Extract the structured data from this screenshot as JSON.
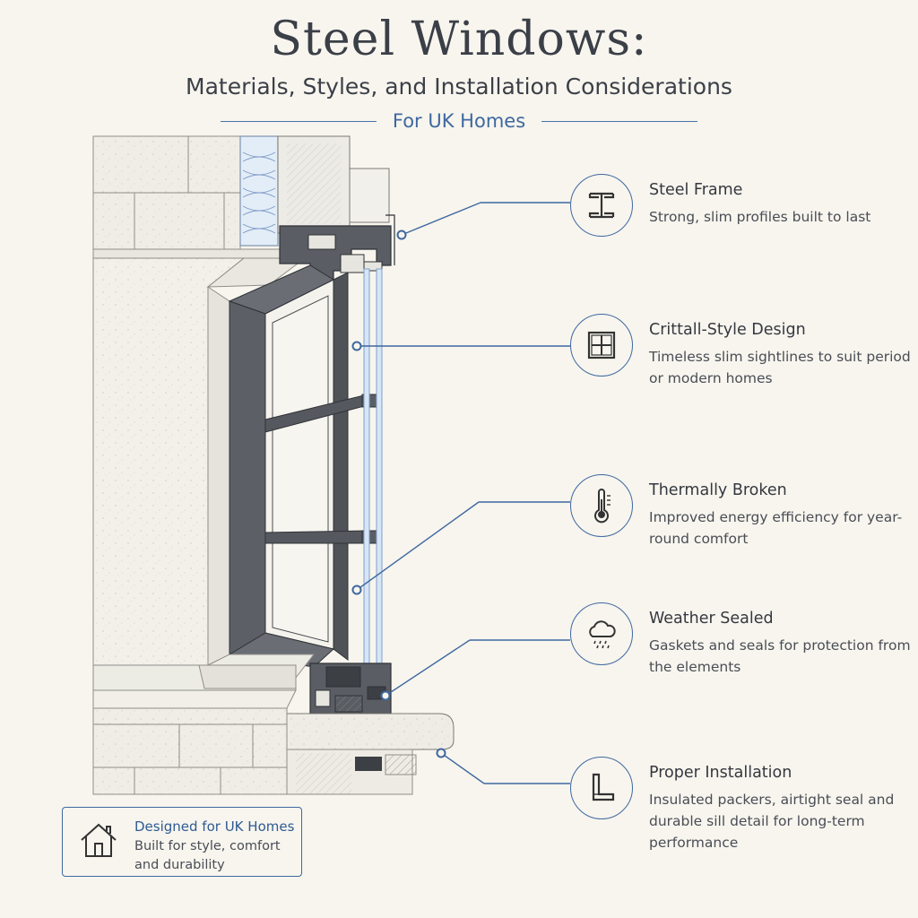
{
  "header": {
    "title": "Steel Windows:",
    "subtitle": "Materials, Styles, and Installation Considerations",
    "tagline": "For UK Homes"
  },
  "features": [
    {
      "icon": "steel-beam-icon",
      "title": "Steel Frame",
      "description": "Strong, slim profiles built to last"
    },
    {
      "icon": "window-grid-icon",
      "title": "Crittall-Style Design",
      "description": "Timeless slim sightlines to suit period or modern homes"
    },
    {
      "icon": "thermometer-icon",
      "title": "Thermally Broken",
      "description": "Improved energy efficiency for year-round comfort"
    },
    {
      "icon": "rain-cloud-icon",
      "title": "Weather Sealed",
      "description": "Gaskets and seals for protection from the elements"
    },
    {
      "icon": "l-bracket-icon",
      "title": "Proper Installation",
      "description": "Insulated packers, airtight seal and durable sill detail for long-term performance"
    }
  ],
  "badge": {
    "icon": "house-icon",
    "title": "Designed for UK Homes",
    "description": "Built for style, comfort and durability"
  },
  "colors": {
    "accent": "#3f68a0",
    "text": "#3a3d44",
    "background": "#f7f5ee",
    "steel": "#55595f"
  }
}
